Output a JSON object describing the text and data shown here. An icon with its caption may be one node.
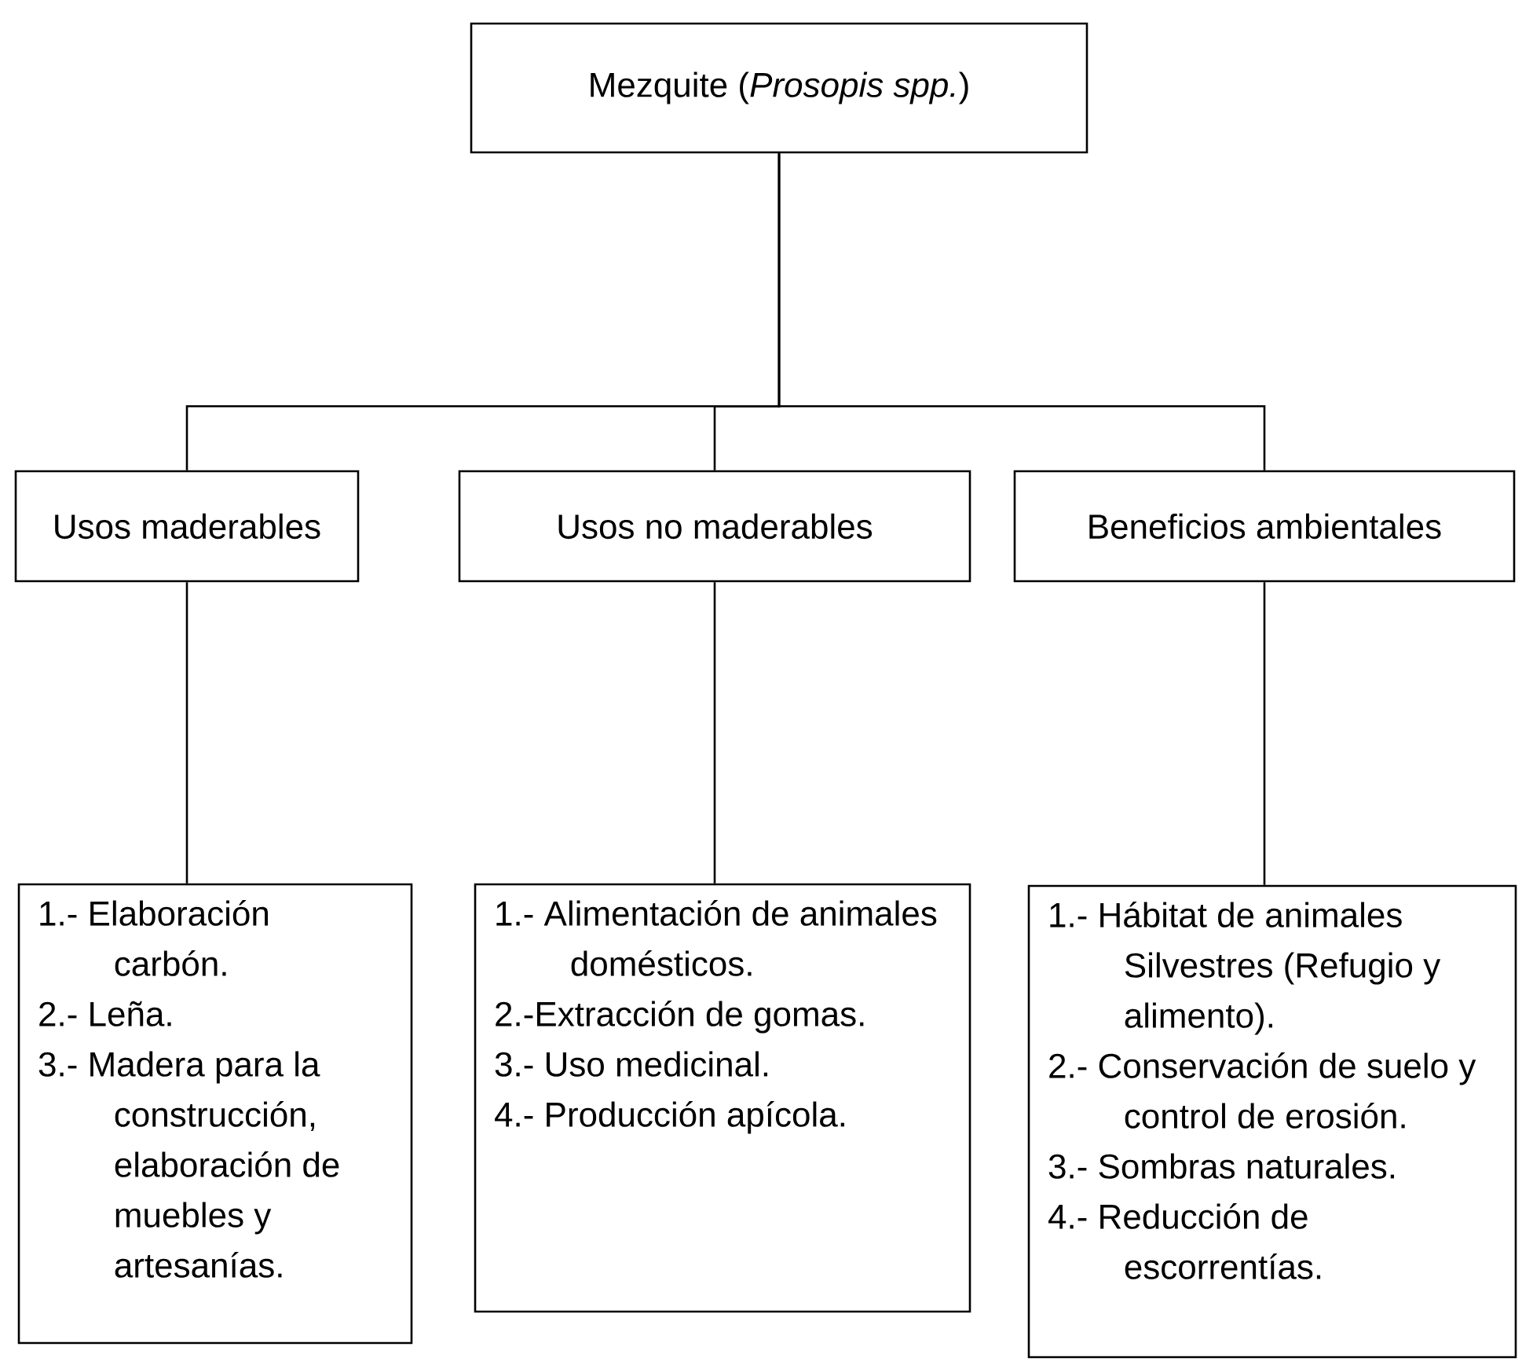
{
  "diagram": {
    "nodes": [
      {
        "text": [
          "Mezquite (*Prosopis spp.*)"
        ]
      },
      {
        "text": [
          "Usos maderables"
        ]
      },
      {
        "text": [
          "Usos no maderables"
        ]
      },
      {
        "text": [
          "Beneficios ambientales"
        ]
      },
      {
        "text": [
          "1.- Elaboración carbón.",
          "2.- Leña.",
          "3.- Madera para la construcción, elaboración de muebles y artesanías."
        ]
      },
      {
        "text": [
          "1.- Alimentación de animales domésticos.",
          "2.-Extracción de gomas.",
          "3.- Uso medicinal.",
          "4.- Producción apícola."
        ]
      },
      {
        "text": [
          "1.- Hábitat de animales Silvestres (Refugio y alimento).",
          "2.- Conservación de suelo y control de erosión.",
          "3.- Sombras naturales.",
          "4.- Reducción de escorrentías."
        ]
      }
    ],
    "edges": [
      {
        "from": 0,
        "to": 1,
        "arrow": "none"
      },
      {
        "from": 0,
        "to": 2,
        "arrow": "none"
      },
      {
        "from": 0,
        "to": 3,
        "arrow": "none"
      },
      {
        "from": 1,
        "to": 4,
        "arrow": "none"
      },
      {
        "from": 2,
        "to": 5,
        "arrow": "none"
      },
      {
        "from": 3,
        "to": 6,
        "arrow": "none"
      }
    ]
  }
}
